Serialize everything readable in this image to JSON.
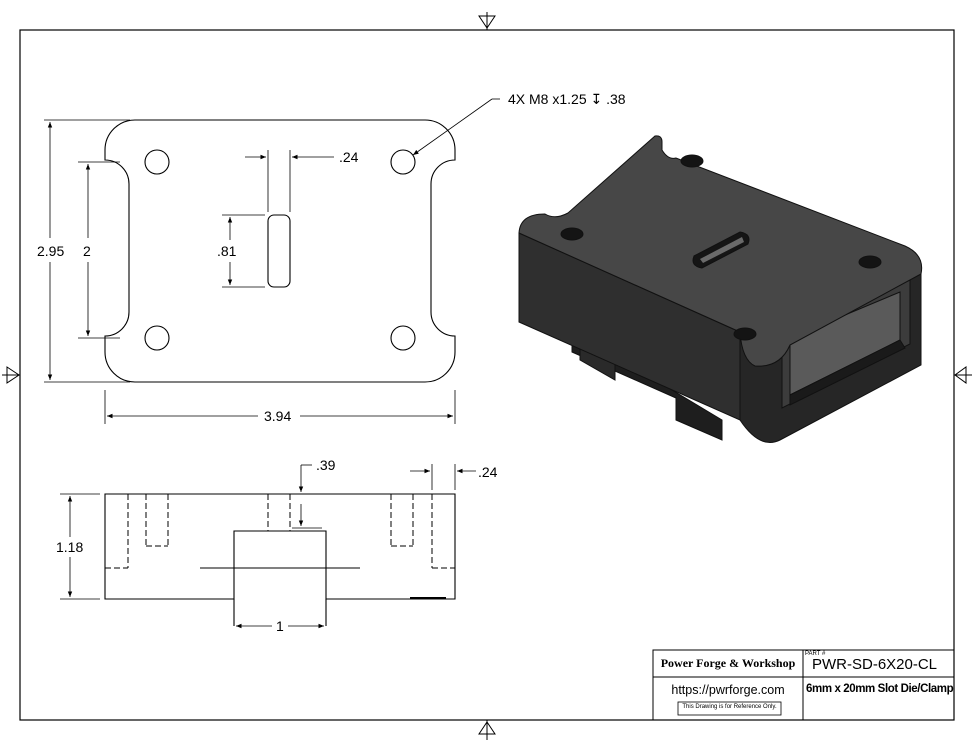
{
  "top_view": {
    "hole_callout": "4X M8 x1.25 ↧ .38",
    "slot_width": ".24",
    "slot_length": ".81",
    "overall_height": "2.95",
    "inner_height": "2",
    "overall_width": "3.94"
  },
  "front_view": {
    "counterbore_depth": ".39",
    "wall_width": ".24",
    "overall_height": "1.18",
    "tab_width": "1"
  },
  "title_block": {
    "company": "Power Forge & Workshop",
    "part_label": "PART #",
    "part_number": "PWR-SD-6X20-CL",
    "website": "https://pwrforge.com",
    "description": "6mm x 20mm Slot Die/Clamp",
    "disclaimer": "This Drawing is for Reference Only."
  },
  "colors": {
    "line": "#000000",
    "body_dark": "#3a3a3a",
    "body_top": "#4a4a4a",
    "body_side": "#2e2e2e",
    "body_shadow": "#1e1e1e"
  }
}
